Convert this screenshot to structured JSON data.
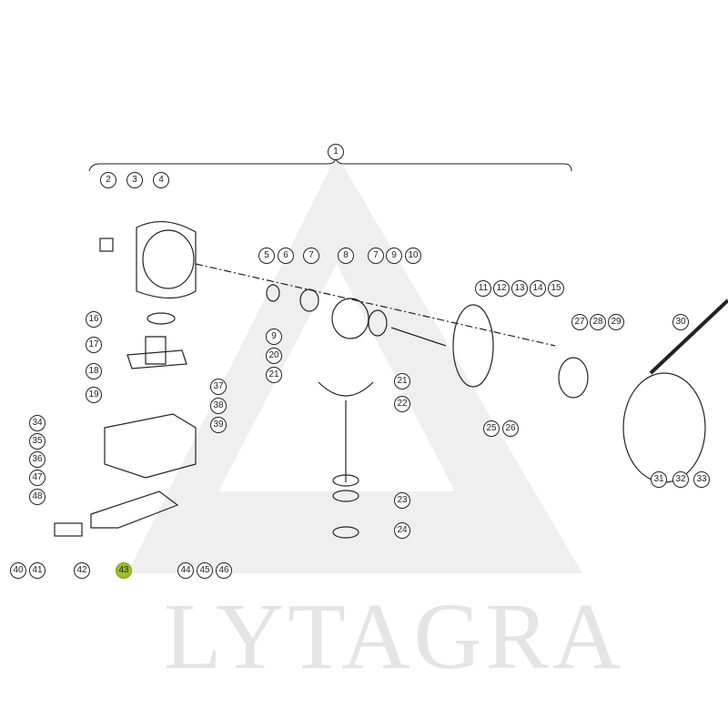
{
  "watermark": "LYTAGRA",
  "highlight_color": "#9bc02a",
  "callouts": {
    "c1": "1",
    "c2": "2",
    "c3": "3",
    "c4": "4",
    "c5": "5",
    "c6": "6",
    "c7a": "7",
    "c8": "8",
    "c7b": "7",
    "c9a": "9",
    "c10": "10",
    "c11": "11",
    "c12": "12",
    "c13": "13",
    "c14": "14",
    "c15": "15",
    "c16": "16",
    "c17": "17",
    "c18": "18",
    "c19": "19",
    "c9b": "9",
    "c20": "20",
    "c21a": "21",
    "c21b": "21",
    "c22": "22",
    "c23": "23",
    "c24": "24",
    "c25": "25",
    "c26": "26",
    "c27": "27",
    "c28": "28",
    "c29": "29",
    "c30": "30",
    "c31": "31",
    "c32": "32",
    "c33": "33",
    "c34": "34",
    "c35": "35",
    "c36": "36",
    "c37": "37",
    "c38": "38",
    "c39": "39",
    "c40": "40",
    "c41": "41",
    "c42": "42",
    "c43": "43",
    "c44": "44",
    "c45": "45",
    "c46": "46",
    "c47": "47",
    "c48": "48"
  }
}
